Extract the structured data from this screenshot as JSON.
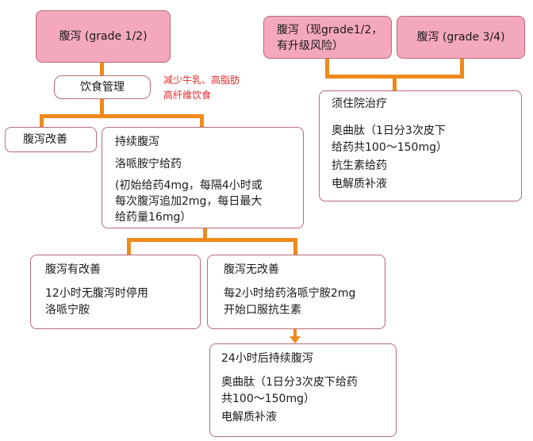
{
  "colors": {
    "node_fill": "#f4a8bd",
    "node_border": "#b86a78",
    "connector": "#f0891b",
    "note": "#e5282b"
  },
  "nodes": {
    "grade12": "腹泻 (grade 1/2)",
    "grade12_risk": "腹泻（现grade1/2，\n有升级风险）",
    "grade34": "腹泻 (grade 3/4)",
    "diet": "饮食管理",
    "diet_note": "减少牛乳、高脂肪\n高纤维饮食",
    "improved": "腹泻改善",
    "persistent": {
      "title": "持续腹泻",
      "line1": "洛哌胺宁给药",
      "line2": "(初始给药4mg，每隔4小时或\n每次腹泻追加2mg，每日最大\n给药量16mg）"
    },
    "hospital": {
      "title": "须住院治疗",
      "line1": "奥曲肽（1日分3次皮下\n给药共100～150mg）",
      "line2": "抗生素给药",
      "line3": "电解质补液"
    },
    "improved2": {
      "title": "腹泻有改善",
      "line1": "12小时无腹泻时停用\n洛哌宁胺"
    },
    "not_improved": {
      "title": "腹泻无改善",
      "line1": "每2小时给药洛哌宁胺2mg\n开始口服抗生素"
    },
    "after24": {
      "title": "24小时后持续腹泻",
      "line1": "奥曲肽（1日分3次皮下给药\n共100～150mg）",
      "line2": "电解质补液"
    }
  }
}
